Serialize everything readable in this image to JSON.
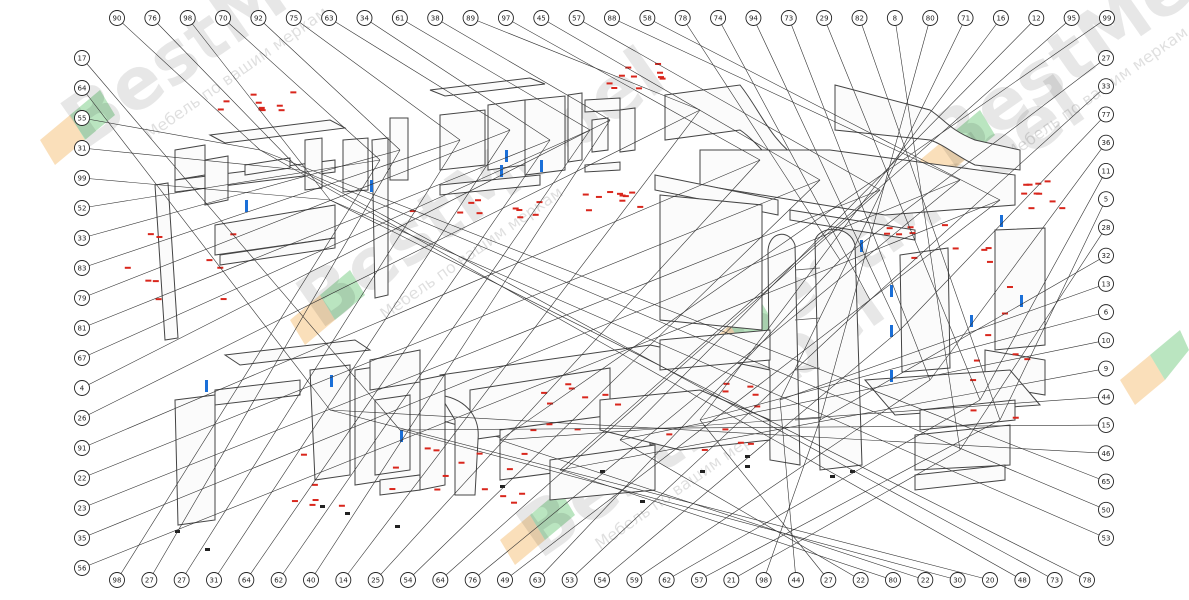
{
  "watermark": {
    "brand": "BestMebel",
    "slogan": "Мебель по вашим меркам",
    "colors": {
      "orange": "#f2a23a",
      "green": "#39b54a"
    }
  },
  "diagram": {
    "kind": "exploded-assembly",
    "fastener_colors": {
      "screws": "#d9261c",
      "handles": "#1a6fd8",
      "feet": "#222222"
    },
    "callouts_top": [
      "90",
      "76",
      "98",
      "70",
      "92",
      "75",
      "63",
      "34",
      "61",
      "38",
      "89",
      "97",
      "45",
      "57",
      "88",
      "58",
      "78",
      "74",
      "94",
      "73",
      "29",
      "82",
      "8",
      "80",
      "71",
      "16",
      "12",
      "95",
      "99"
    ],
    "callouts_left": [
      "17",
      "64",
      "55",
      "31",
      "99",
      "52",
      "33",
      "83",
      "79",
      "81",
      "67",
      "4",
      "26",
      "91",
      "22",
      "23",
      "35",
      "56"
    ],
    "callouts_right": [
      "27",
      "33",
      "77",
      "36",
      "11",
      "5",
      "28",
      "32",
      "13",
      "6",
      "10",
      "9",
      "44",
      "15",
      "46",
      "65",
      "50",
      "53"
    ],
    "callouts_bottom": [
      "98",
      "27",
      "27",
      "31",
      "64",
      "62",
      "40",
      "14",
      "25",
      "54",
      "64",
      "76",
      "49",
      "63",
      "53",
      "54",
      "59",
      "62",
      "57",
      "21",
      "98",
      "44",
      "27",
      "22",
      "80",
      "22",
      "30",
      "20",
      "48",
      "73",
      "78"
    ]
  }
}
